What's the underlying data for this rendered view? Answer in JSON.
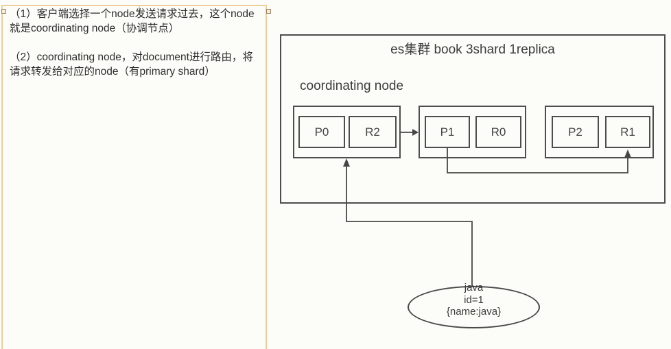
{
  "note": {
    "paragraph1": "（1）客户端选择一个node发送请求过去，这个node就是coordinating node（协调节点）",
    "paragraph2": "（2）coordinating node，对document进行路由，将请求转发给对应的node（有primary shard）"
  },
  "cluster": {
    "title": "es集群 book 3shard 1replica",
    "coordinating_label": "coordinating node",
    "nodes": [
      {
        "shards": [
          "P0",
          "R2"
        ]
      },
      {
        "shards": [
          "P1",
          "R0"
        ]
      },
      {
        "shards": [
          "P2",
          "R1"
        ]
      }
    ]
  },
  "doc": {
    "line1": "java",
    "line2": "id=1",
    "line3": "{name:java}"
  },
  "colors": {
    "selection_border": "#eccf9b",
    "diagram_line": "#4a4a4a",
    "text": "#2d2d2d",
    "background": "#fcfcf8"
  }
}
